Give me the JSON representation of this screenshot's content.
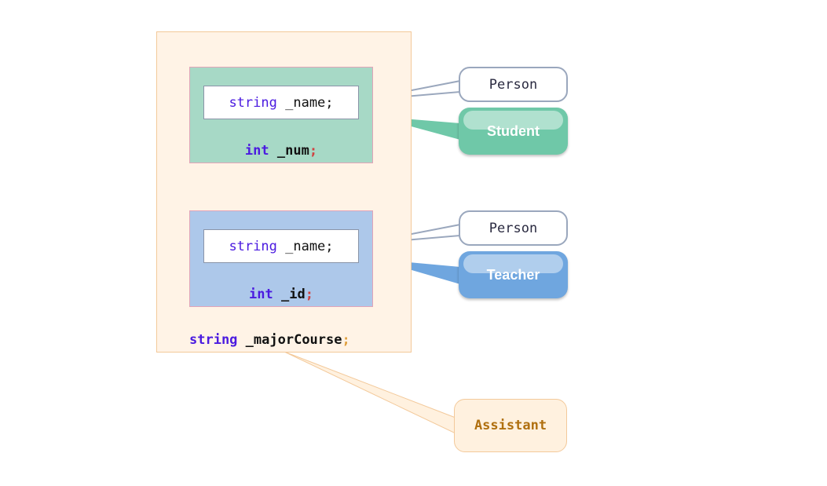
{
  "student": {
    "name_field": {
      "type": "string",
      "ident": "_name",
      "semi": ";"
    },
    "own_field": {
      "type": "int",
      "ident": "_num",
      "semi": ";"
    }
  },
  "teacher": {
    "name_field": {
      "type": "string",
      "ident": "_name",
      "semi": ";"
    },
    "own_field": {
      "type": "int",
      "ident": "_id",
      "semi": ";"
    }
  },
  "assistant_field": {
    "type": "string",
    "ident": "_majorCourse",
    "semi": ";"
  },
  "callouts": {
    "person_top": "Person",
    "student": "Student",
    "person_bottom": "Person",
    "teacher": "Teacher",
    "assistant": "Assistant"
  },
  "colors": {
    "outer_fill": "#fff3e6",
    "student_fill": "#a7d9c6",
    "teacher_fill": "#adc8ea",
    "student_callout": "#6fc8a8",
    "teacher_callout": "#6fa6df",
    "keyword": "#4b1be0"
  }
}
